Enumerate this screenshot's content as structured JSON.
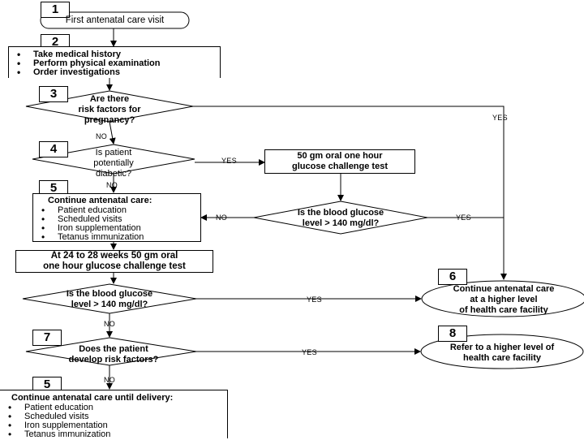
{
  "step_numbers": {
    "s1": "1",
    "s2": "2",
    "s3": "3",
    "s4": "4",
    "s5a": "5",
    "s6": "6",
    "s7": "7",
    "s8": "8",
    "s5b": "5"
  },
  "first_visit": "First antenatal care visit",
  "initial_steps": [
    "Take medical history",
    "Perform physical examination",
    "Order investigations"
  ],
  "q_risk_factors": [
    "Are there",
    "risk factors for",
    "pregnancy?"
  ],
  "q_diabetic": [
    "Is patient",
    "potentially",
    "diabetic?"
  ],
  "glucose_test_1": [
    "50 gm oral one hour",
    "glucose challenge test"
  ],
  "q_glucose_1": [
    "Is the blood glucose",
    "level > 140 mg/dl?"
  ],
  "continue_care": {
    "title": "Continue antenatal care:",
    "items": [
      "Patient education",
      "Scheduled visits",
      "Iron supplementation",
      "Tetanus immunization"
    ]
  },
  "glucose_test_2": [
    "At 24 to 28 weeks 50 gm oral",
    "one hour glucose challenge test"
  ],
  "q_glucose_2": [
    "Is the blood glucose",
    "level > 140 mg/dl?"
  ],
  "higher_level_care": [
    "Continue antenatal care",
    "at a higher level",
    "of health care facility"
  ],
  "q_develop_risk": [
    "Does the patient",
    "develop risk factors?"
  ],
  "refer_higher": [
    "Refer to a higher level of",
    "health care facility"
  ],
  "continue_until_delivery": {
    "title": "Continue antenatal care until delivery:",
    "items": [
      "Patient education",
      "Scheduled visits",
      "Iron supplementation",
      "Tetanus immunization"
    ]
  },
  "edge_labels": {
    "yes_risk": "YES",
    "no_risk": "NO",
    "yes_diabetic": "YES",
    "no_diabetic": "NO",
    "yes_glucose1": "YES",
    "no_glucose1": "NO",
    "yes_glucose2": "YES",
    "no_glucose2": "NO",
    "yes_develop": "YES",
    "no_develop": "NO"
  },
  "colors": {
    "line": "#000000",
    "background": "#ffffff"
  }
}
